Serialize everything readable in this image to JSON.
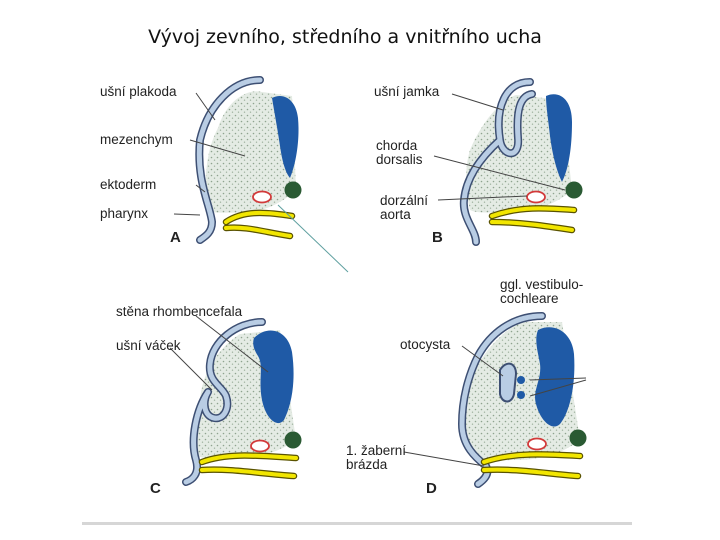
{
  "title": "Vývoj zevního, středního a vnitřního ucha",
  "panels": [
    {
      "letter": "A"
    },
    {
      "letter": "B"
    },
    {
      "letter": "C"
    },
    {
      "letter": "D"
    }
  ],
  "labels": {
    "a_plakoda": "ušní plakoda",
    "a_mezenchym": "mezenchym",
    "a_ektoderm": "ektoderm",
    "a_pharynx": "pharynx",
    "b_jamka": "ušní jamka",
    "b_chorda_1": "chorda",
    "b_chorda_2": "dorsalis",
    "b_aorta_1": "dorzální",
    "b_aorta_2": "aorta",
    "c_stena": "stěna rhombencefala",
    "c_vacek": "ušní váček",
    "d_ggl_1": "ggl. vestibulo-",
    "d_ggl_2": "cochleare",
    "d_otocysta": "otocysta",
    "d_brazda_1": "1. žaberní",
    "d_brazda_2": "brázda"
  },
  "colors": {
    "neural_tube": "#1f5aa6",
    "ectoderm_fill": "#b9cde4",
    "ectoderm_stroke": "#3d4f73",
    "mesenchyme": "#e4ebe4",
    "notochord": "#2a5a33",
    "aorta": "#d23a3a",
    "pharynx": "#f2e600",
    "pharynx_stroke": "#5a5300"
  }
}
